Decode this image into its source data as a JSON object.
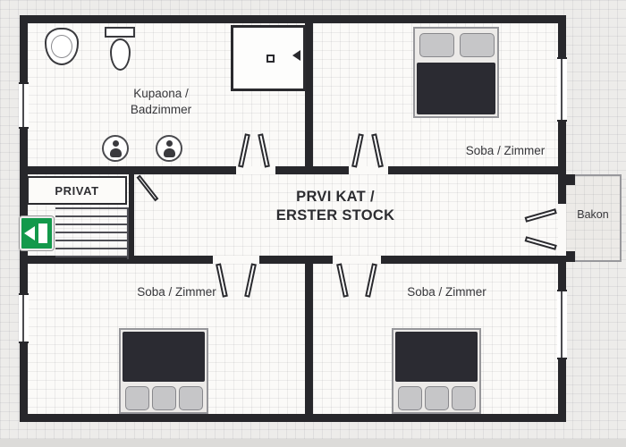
{
  "plan": {
    "hallway": {
      "title_line1": "PRVI KAT /",
      "title_line2": "ERSTER STOCK"
    },
    "rooms": {
      "bathroom": {
        "label_line1": "Kupaona /",
        "label_line2": "Badzimmer"
      },
      "bedroom_top_right": {
        "label": "Soba / Zimmer"
      },
      "bedroom_bottom_left": {
        "label": "Soba / Zimmer"
      },
      "bedroom_bottom_right": {
        "label": "Soba / Zimmer"
      }
    },
    "private_area": {
      "label": "PRIVAT"
    },
    "balcony": {
      "label": "Bakon"
    },
    "icons": {
      "emergency_exit": "green-exit-arrow-left",
      "bathroom_figures": "person-in-circle",
      "fixtures": [
        "sink",
        "toilet",
        "shower",
        "stairs",
        "bed"
      ]
    },
    "colors": {
      "wall": "#27272b",
      "exit_green": "#13994b",
      "bed_blanket": "#2b2b32",
      "pillow": "#c6c6c8",
      "floor": "#fbfaf8",
      "background": "#edecea"
    }
  }
}
